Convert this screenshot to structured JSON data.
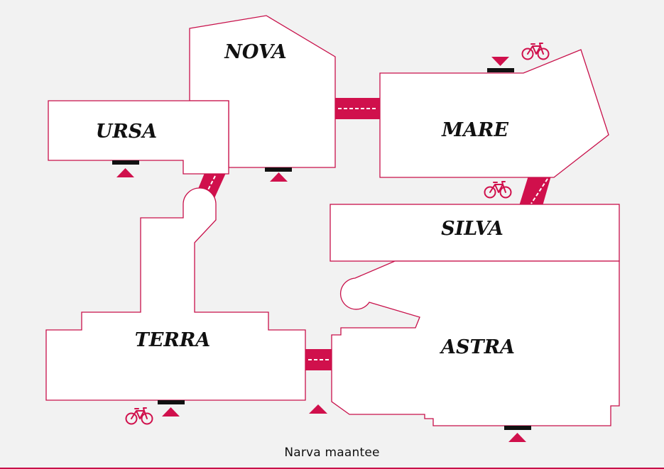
{
  "map": {
    "buildings": {
      "nova": "NOVA",
      "ursa": "URSA",
      "mare": "MARE",
      "silva": "SILVA",
      "terra": "TERRA",
      "astra": "ASTRA"
    },
    "street": "Narva maantee",
    "colors": {
      "accent": "#d0104c",
      "outline": "#c8104a",
      "building_fill": "#ffffff",
      "background": "#f2f2f2",
      "entrance_bar": "#111111"
    },
    "icons": [
      "bicycle-icon",
      "entrance-triangle-icon"
    ]
  }
}
